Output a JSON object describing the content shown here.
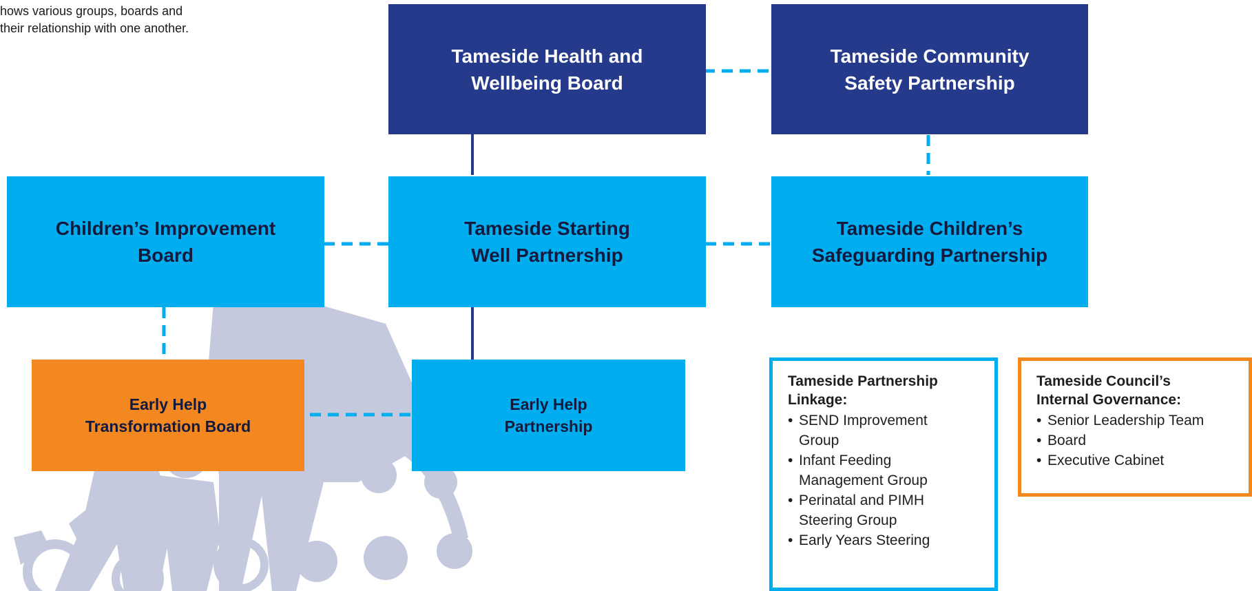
{
  "intro_text": "hows various groups, boards and\ntheir relationship with one another.",
  "boxes": {
    "health_board": "Tameside Health and\nWellbeing Board",
    "community_safety": "Tameside Community\nSafety Partnership",
    "childrens_improvement": "Children’s Improvement\nBoard",
    "starting_well": "Tameside Starting\nWell Partnership",
    "childrens_safeguarding": "Tameside Children’s\nSafeguarding Partnership",
    "early_help_transformation": "Early Help\nTransformation Board",
    "early_help_partnership": "Early Help\nPartnership"
  },
  "linkage": {
    "title": "Tameside Partnership\nLinkage:",
    "items": [
      "SEND Improvement\nGroup",
      "Infant Feeding\nManagement Group",
      "Perinatal and PIMH\nSteering Group",
      "Early Years Steering"
    ]
  },
  "governance": {
    "title": "Tameside Council’s\nInternal Governance:",
    "items": [
      "Senior Leadership Team",
      "Board",
      "Executive Cabinet"
    ]
  },
  "colors": {
    "navy": "#263a8c",
    "sky": "#00aeef",
    "orange": "#f38821",
    "silhouette": "#c5c9dd"
  }
}
